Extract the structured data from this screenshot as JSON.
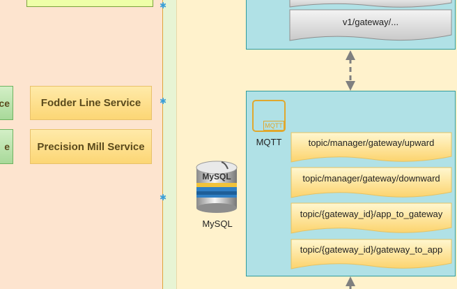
{
  "left_services": {
    "partial_top": "ce",
    "partial_bottom": "e",
    "fodder_line": "Fodder Line Service",
    "precision_mill": "Precision Mill Service"
  },
  "gateway_box": {
    "topic": "v1/gateway/..."
  },
  "mqtt_box": {
    "icon_text": "MQTT",
    "label": "MQTT",
    "topics": [
      "topic/manager/gateway/upward",
      "topic/manager/gateway/downward",
      "topic/{gateway_id}/app_to_gateway",
      "topic/{gateway_id}/gateway_to_app"
    ]
  },
  "database": {
    "icon_text": "MySQL",
    "label": "MySQL"
  },
  "colors": {
    "left_bg": "#fde4cf",
    "right_bg": "#fff2cc",
    "teal": "#b0e1e6",
    "teal_border": "#2e9b9b",
    "service_yellow": "#fcd675",
    "mqtt_orange": "#e0a82e"
  }
}
